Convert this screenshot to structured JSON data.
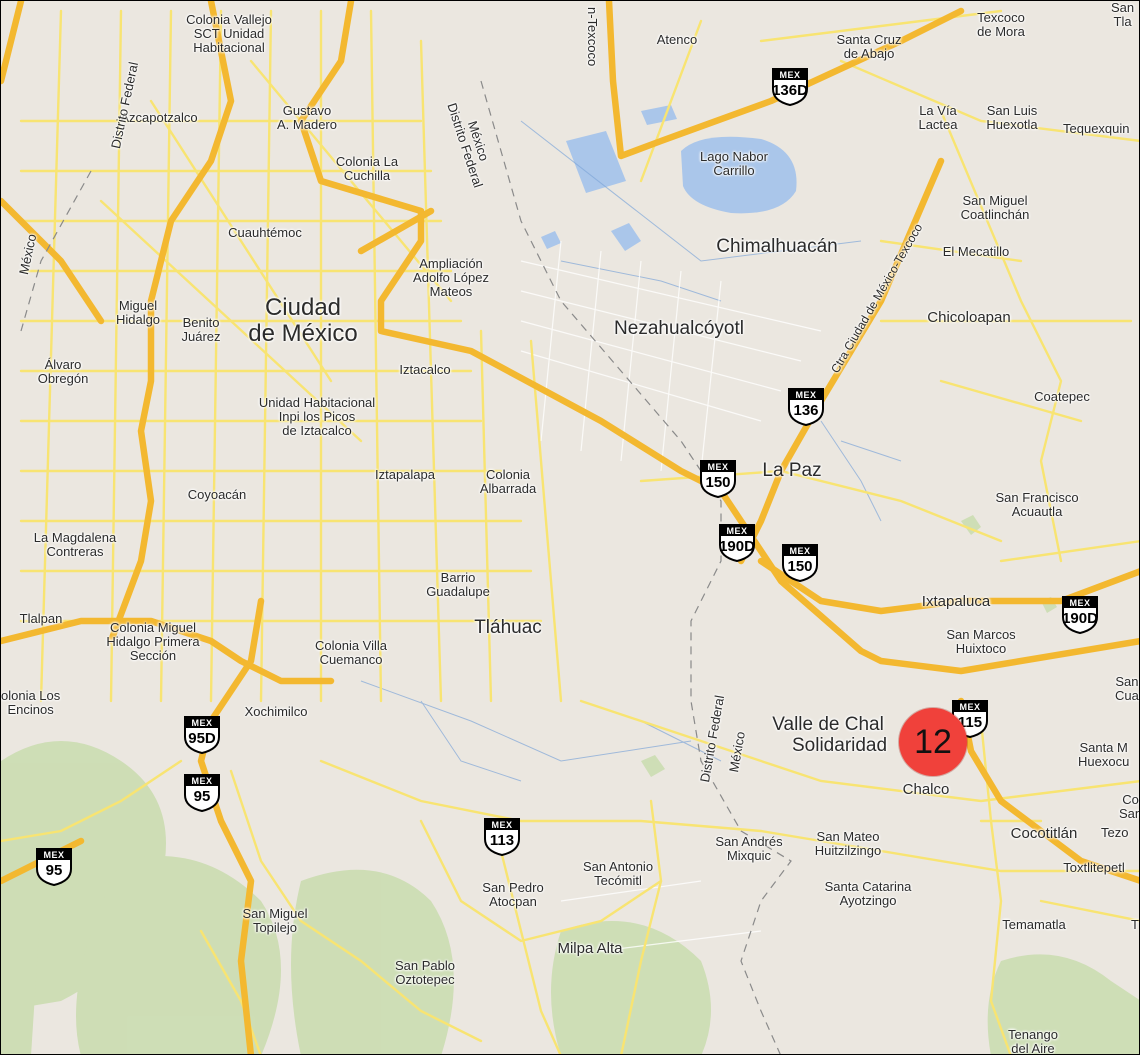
{
  "map": {
    "colors": {
      "land": "#ebe7e0",
      "green": "#c9dcae",
      "water": "#aac6ea",
      "highway": "#f3b830",
      "road": "#f8e472",
      "marker": "#f0413b"
    },
    "labels": {
      "colonia_vallejo": "Colonia Vallejo",
      "sct_unidad": "SCT Unidad",
      "habitacional": "Habitacional",
      "texcoco_top": "n-Texcoco",
      "atenco": "Atenco",
      "santa_cruz": "Santa Cruz",
      "de_abajo": "de Abajo",
      "texcoco_mora": "Texcoco",
      "de_mora": "de Mora",
      "san_cut": "San",
      "tla_cut": "Tla",
      "azcapotzalco": "Azcapotzalco",
      "gustavo": "Gustavo",
      "a_madero": "A. Madero",
      "mexico_df_1": "México",
      "mexico_df_2": "Distrito Federal",
      "lago_1": "Lago Nabor",
      "lago_2": "Carrillo",
      "la_via": "La Vía",
      "lactea": "Lactea",
      "san_luis": "San Luis",
      "huexotla": "Huexotla",
      "tequexquinahuac": "Tequexquin",
      "distrito_federal_left": "Distrito Federal",
      "mexico_left": "México",
      "colonia_la": "Colonia La",
      "cuchilla": "Cuchilla",
      "san_miguel_c": "San Miguel",
      "coatlinchan": "Coatlinchán",
      "cuauhtemoc": "Cuauhtémoc",
      "chimalhuacan": "Chimalhuacán",
      "el_mecatillo": "El Mecatillo",
      "ctra": "Ctra Ciudad de México-Texcoco",
      "ampliacion": "Ampliación",
      "adolfo": "Adolfo López",
      "mateos": "Mateos",
      "miguel": "Miguel",
      "hidalgo": "Hidalgo",
      "benito": "Benito",
      "juarez": "Juárez",
      "ciudad": "Ciudad",
      "de_mexico": "de México",
      "nezahualcoyotl": "Nezahualcóyotl",
      "chicoloapan": "Chicoloapan",
      "alvaro": "Álvaro",
      "obregon": "Obregón",
      "iztacalco": "Iztacalco",
      "coatepec": "Coatepec",
      "unidad_hab": "Unidad Habitacional",
      "inpi": "Inpi los Picos",
      "de_iztacalco": "de Iztacalco",
      "iztapalapa": "Iztapalapa",
      "colonia_alb": "Colonia",
      "albarrada": "Albarrada",
      "la_paz": "La Paz",
      "coyoacan": "Coyoacán",
      "san_francisco": "San Francisco",
      "acuautla": "Acuautla",
      "la_magdalena": "La Magdalena",
      "contreras": "Contreras",
      "barrio": "Barrio",
      "guadalupe": "Guadalupe",
      "ixtapaluca": "Ixtapaluca",
      "tlalpan": "Tlalpan",
      "colonia_miguel": "Colonia Miguel",
      "hidalgo_primera": "Hidalgo Primera",
      "seccion": "Sección",
      "tlahuac": "Tláhuac",
      "colonia_villa": "Colonia Villa",
      "cuemanco": "Cuemanco",
      "san_marcos": "San Marcos",
      "huixtoco": "Huixtoco",
      "colonia_los": "olonia Los",
      "encinos": "Encinos",
      "xochimilco": "Xochimilco",
      "distrito_federal_mid": "Distrito Federal",
      "mexico_mid": "México",
      "valle_1": "Valle de Chal",
      "valle_2": "Solidaridad",
      "chalco": "Chalco",
      "san_right": "San",
      "cua_right": "Cua",
      "santa_m": "Santa M",
      "huexocu": "Huexocu",
      "col_right": "Co",
      "san_right2": "San",
      "tezo": "Tezo",
      "cocotitlan": "Cocotitlán",
      "toxtlitepetl": "Toxtlitepetl",
      "san_andres": "San Andrés",
      "mixquic": "Mixquic",
      "san_mateo": "San Mateo",
      "huitzilzingo": "Huitzilzingo",
      "san_antonio": "San Antonio",
      "tecomitl": "Tecómitl",
      "santa_catarina": "Santa Catarina",
      "ayotzingo": "Ayotzingo",
      "san_pedro": "San Pedro",
      "atocpan": "Atocpan",
      "temamatla": "Temamatla",
      "t_right": "T",
      "san_miguel_t": "San Miguel",
      "topilejo": "Topilejo",
      "milpa_alta": "Milpa Alta",
      "san_pablo": "San Pablo",
      "oztotepec": "Oztotepec",
      "tenango": "Tenango",
      "del_aire": "del Aire"
    },
    "shields": {
      "mex": "MEX",
      "s136d": "136D",
      "s136": "136",
      "s150a": "150",
      "s190d": "190D",
      "s150b": "150",
      "s190d_r": "190D",
      "s115": "115",
      "s95d": "95D",
      "s95": "95",
      "s113": "113",
      "s95_l": "95"
    },
    "marker": {
      "label": "12"
    }
  }
}
